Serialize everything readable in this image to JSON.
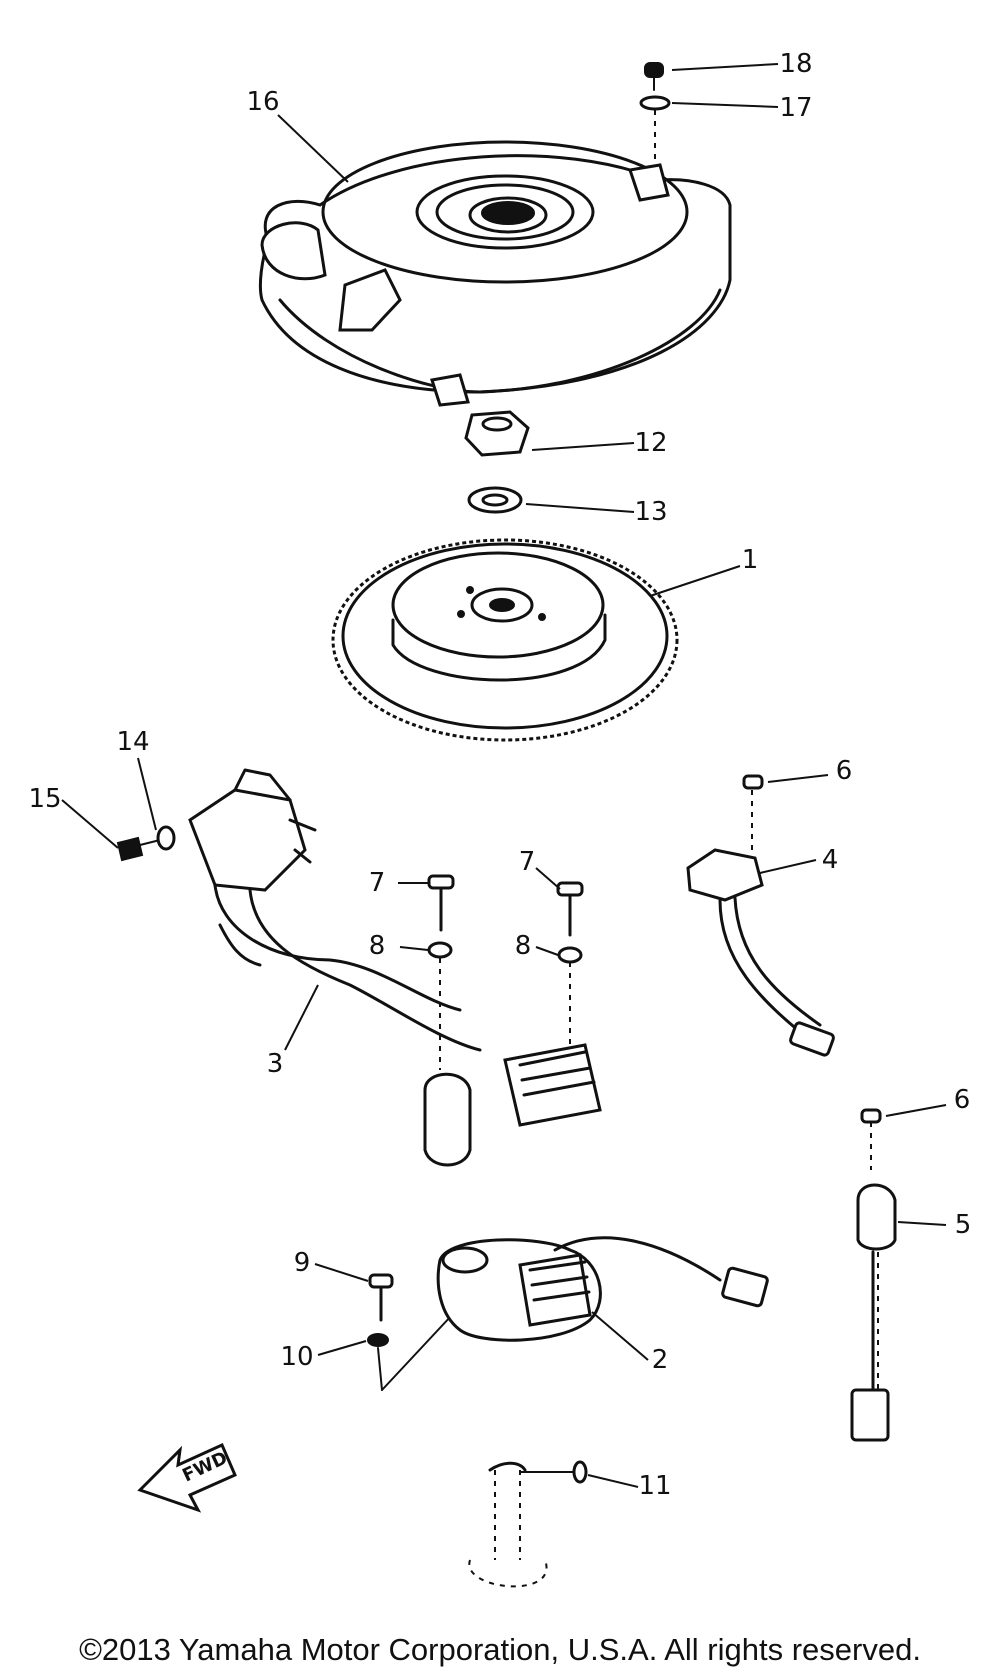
{
  "callouts": {
    "c1": "1",
    "c2": "2",
    "c3": "3",
    "c4": "4",
    "c5": "5",
    "c6a": "6",
    "c6b": "6",
    "c7a": "7",
    "c7b": "7",
    "c8a": "8",
    "c8b": "8",
    "c9": "9",
    "c10": "10",
    "c11": "11",
    "c12": "12",
    "c13": "13",
    "c14": "14",
    "c15": "15",
    "c16": "16",
    "c17": "17",
    "c18": "18"
  },
  "fwd_label": "FWD",
  "copyright": "©2013 Yamaha Motor Corporation, U.S.A. All rights reserved."
}
